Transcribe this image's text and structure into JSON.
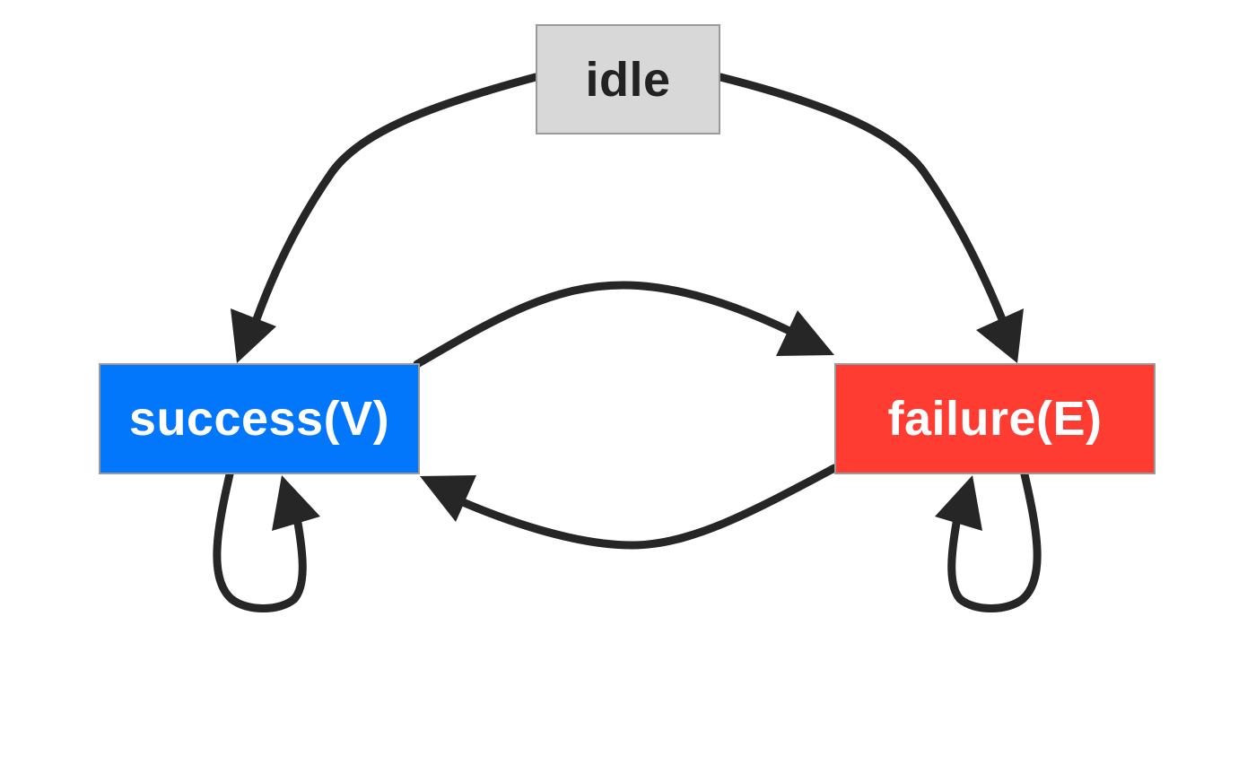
{
  "diagram": {
    "type": "state-transition",
    "nodes": {
      "idle": {
        "label": "idle",
        "fill": "#d8d8d8",
        "text_color": "#222222"
      },
      "success": {
        "label": "success(V)",
        "fill": "#0277fb",
        "text_color": "#ffffff"
      },
      "failure": {
        "label": "failure(E)",
        "fill": "#fe3c32",
        "text_color": "#ffffff"
      }
    },
    "edge_color": "#262626",
    "edges": [
      {
        "from": "idle",
        "to": "success"
      },
      {
        "from": "idle",
        "to": "failure"
      },
      {
        "from": "success",
        "to": "failure"
      },
      {
        "from": "failure",
        "to": "success"
      },
      {
        "from": "success",
        "to": "success"
      },
      {
        "from": "failure",
        "to": "failure"
      }
    ]
  }
}
